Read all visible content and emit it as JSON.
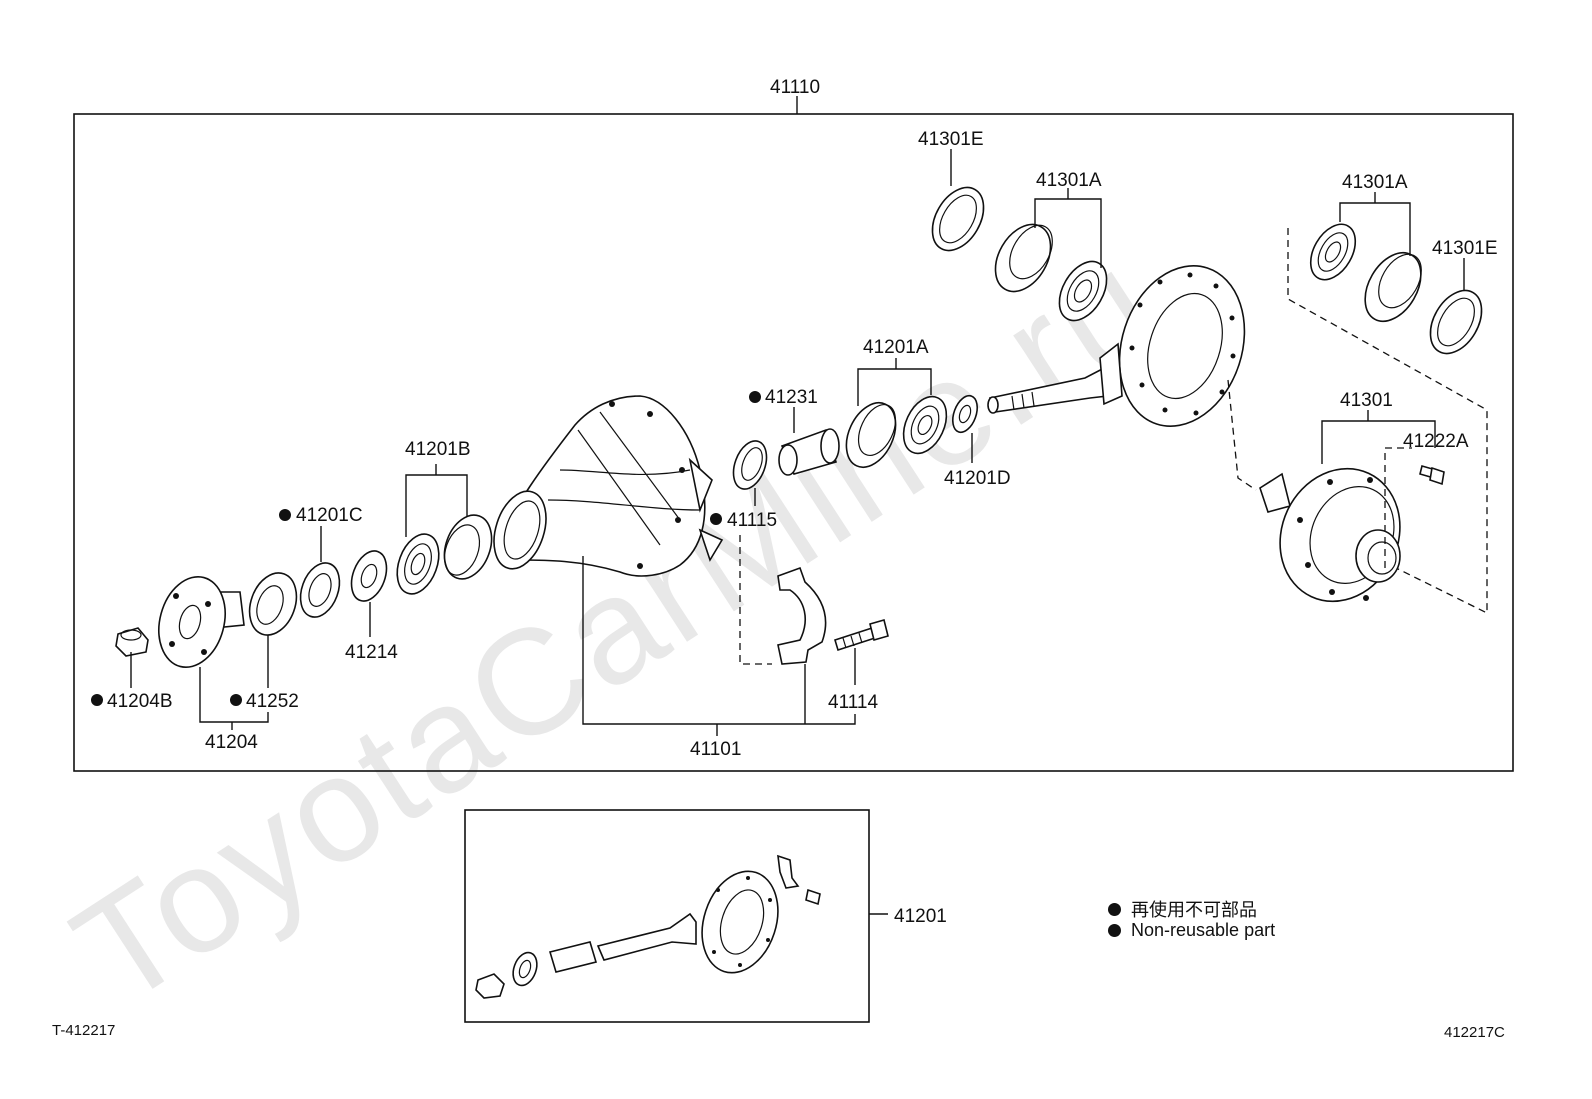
{
  "watermark": "ToyotaCarMine.ru",
  "labels": {
    "assembly_main": "41110",
    "p41301E_top": "41301E",
    "p41301A_left": "41301A",
    "p41301A_right": "41301A",
    "p41301E_right": "41301E",
    "p41201A": "41201A",
    "p41231": "41231",
    "p41201D": "41201D",
    "p41301": "41301",
    "p41222A": "41222A",
    "p41201B": "41201B",
    "p41201C": "41201C",
    "p41115": "41115",
    "p41214": "41214",
    "p41204B": "41204B",
    "p41252": "41252",
    "p41204": "41204",
    "p41114": "41114",
    "p41101": "41101",
    "p41201": "41201"
  },
  "legend": {
    "jp": "再使用不可部品",
    "en": "Non-reusable part"
  },
  "codes": {
    "left": "T-412217",
    "right": "412217C"
  }
}
